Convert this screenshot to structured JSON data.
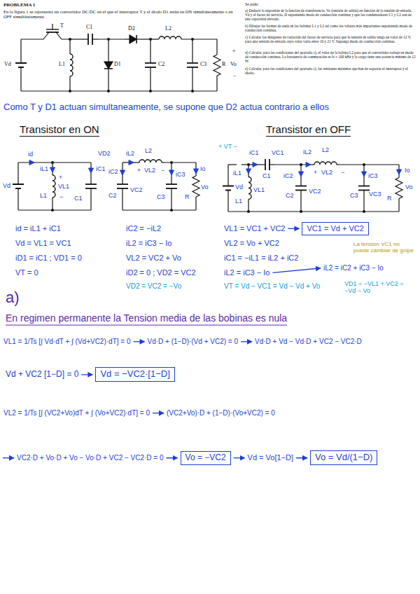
{
  "diagram": {
    "nodes": [
      {
        "text": [
          "VC1 = Vd + VC2"
        ]
      },
      {
        "text": [
          "Vd = −VC2·[1−D]"
        ]
      },
      {
        "text": [
          "Vo = −VC2"
        ]
      },
      {
        "text": [
          "Vo = Vd/(1−D)"
        ]
      }
    ],
    "labels": [
      "PROBLEMA 1",
      "En la figura 1 se representa un convertidor DC/DC en el que el interruptor T y el diodo D1 están en ON simultáneamente o en OFF simultáneamente.",
      "Se pide:",
      "a) Deducir la expresión de la función de transferencia, Vo (tensión de salida) en función de la tensión de entrada, Vd y el factor de servicio, D suponiendo modo de conducción continua y que los condensadores C1 y C2 son de una capacidad elevada.",
      "b) Dibujar las formas de onda en las bobinas L1 y L2 así como los valores más importantes suponiendo modo de conducción continua.",
      "c) Calcular los márgenes de variación del factor de servicio para que la tensión de salida tenga un valor de 12 V, para una tensión de entrada cuyo valor varía entre 10 y 21 V. Suponga modo de conducción continua.",
      "d) Calcular, para las condiciones del apartado c), el valor de la bobina L2 para que el convertidor trabaje en modo de conducción continua. La frecuencia de conmutación es fs = 100 kHz y la carga tiene una potencia mínima de 12 W.",
      "e) Calcular, para las condiciones del apartado c), las tensiones máximas que han de soportar el interruptor y el diodo.",
      "T",
      "C1",
      "D2",
      "L2",
      "Vd",
      "L1",
      "D1",
      "C2",
      "C3",
      "R",
      "+",
      "Vo",
      "−",
      "Como T y D1 actuan simultaneamente, se supone que D2 actua contrario a ellos",
      "Transistor en ON",
      "Transistor en OFF",
      "Vd",
      "id",
      "iL1",
      "L1",
      "+",
      "VL1",
      "−",
      "iC1",
      "C1",
      "VD2",
      "iL2",
      "L2",
      "+",
      "VL2",
      "−",
      "iC2",
      "C2",
      "VC2",
      "iC3",
      "C3",
      "Io",
      "Vo",
      "R",
      "id = iL1 + iC1",
      "Vd = VL1 = VC1",
      "iD1 = iC1 ; VD1 = 0",
      "VT = 0",
      "iC2 = −iL2",
      "iL2 = iC3 − Io",
      "VL2 = VC2 + Vo",
      "iD2 = 0 ; VD2 = VC2",
      "VD2 = VC2 = −Vo",
      "+ VT −",
      "Vd",
      "iL1",
      "L1",
      "VL1",
      "iC1",
      "VC1",
      "C1",
      "iC2",
      "C2",
      "VC2",
      "iL2",
      "L2",
      "+",
      "VL2",
      "−",
      "iC3",
      "C3",
      "VC3",
      "Io",
      "Vo",
      "R",
      "VL1 = VC1 + VC2",
      "VL2 = Vo + VC2",
      "iC1 = −iL1 = iL2 + iC2",
      "iL2 = iC3 − Io",
      "iL2 = iC2 + iC3 − Io",
      "La tension VC1 no puede cambiar de golpe",
      "VT = Vd − VC1 = Vd − Vd + Vo",
      "VD1 = −VL1 + VC2 = −Vd − Vo",
      "a)",
      "En regimen permanente la Tension media de las bobinas es nula",
      "VL1 = 1/Ts [∫ Vd·dT + ∫ (Vd+VC2)·dT] = 0",
      "Vd·D + (1−D)·(Vd + VC2) = 0",
      "Vd·D + Vd − Vd·D + VC2 − VC2·D",
      "Vd + VC2 [1−D] = 0",
      "VL2 = 1/Ts [∫ (VC2+Vo)dT + ∫ (Vo+VC2)·dT] = 0",
      "(VC2+Vo)·D + (1−D)·(Vo+VC2) = 0",
      "VC2·D + Vo·D + Vo − Vo·D + VC2 − VC2·D = 0",
      "Vd = Vo[1−D]"
    ]
  }
}
